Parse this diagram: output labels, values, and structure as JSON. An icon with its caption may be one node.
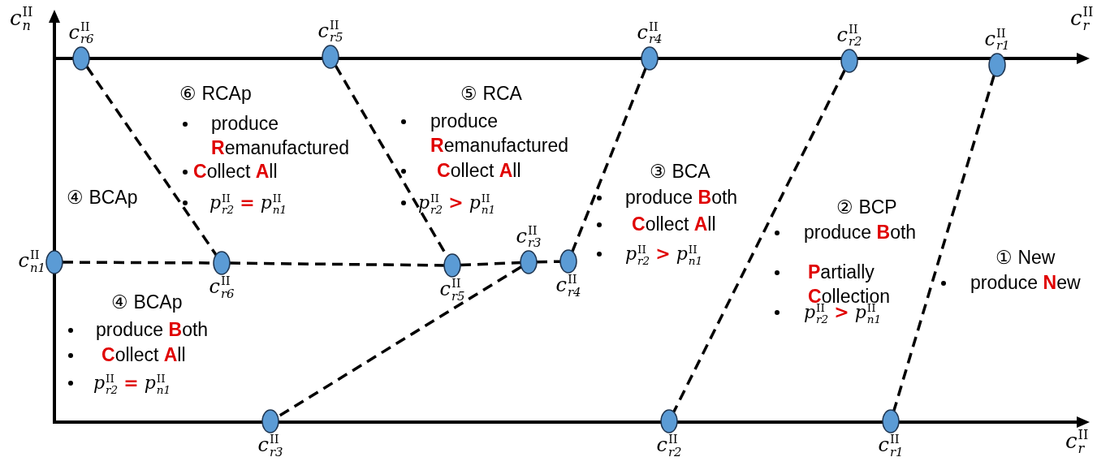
{
  "diagram": {
    "nodes": [
      {
        "text": [],
        "shape": "circle",
        "beside": [
          "*c*$_{r6}$$^{II}$"
        ]
      },
      {
        "text": [],
        "shape": "circle",
        "beside": [
          "*c*$_{r5}$$^{II}$"
        ]
      },
      {
        "text": [],
        "shape": "circle",
        "beside": [
          "*c*$_{r4}$$^{II}$"
        ]
      },
      {
        "text": [],
        "shape": "circle",
        "beside": [
          "*c*$_{r2}$$^{II}$"
        ]
      },
      {
        "text": [],
        "shape": "circle",
        "beside": [
          "*c*$_{r1}$$^{II}$"
        ]
      },
      {
        "text": [],
        "shape": "circle",
        "beside": [
          "*c*$_{n1}$$^{II}$"
        ]
      },
      {
        "text": [],
        "shape": "circle",
        "beside": [
          "*c*$_{r6}$$^{II}$"
        ]
      },
      {
        "text": [],
        "shape": "circle",
        "beside": [
          "*c*$_{r5}$$^{II}$"
        ]
      },
      {
        "text": [],
        "shape": "circle",
        "beside": [
          "*c*$_{r3}$$^{II}$"
        ]
      },
      {
        "text": [],
        "shape": "circle",
        "beside": [
          "*c*$_{r4}$$^{II}$"
        ]
      },
      {
        "text": [],
        "shape": "circle",
        "beside": [
          "*c*$_{r3}$$^{II}$"
        ]
      },
      {
        "text": [],
        "shape": "circle",
        "beside": [
          "*c*$_{r2}$$^{II}$"
        ]
      },
      {
        "text": [],
        "shape": "circle",
        "beside": [
          "*c*$_{r1}$$^{II}$"
        ]
      }
    ],
    "edges": [
      {
        "from": 0,
        "to": 6,
        "arrow": "none",
        "style": "dashed"
      },
      {
        "from": 1,
        "to": 7,
        "arrow": "none",
        "style": "dashed"
      },
      {
        "from": 5,
        "to": 6,
        "arrow": "none",
        "style": "dashed"
      },
      {
        "from": 6,
        "to": 7,
        "arrow": "none",
        "style": "dashed"
      },
      {
        "from": 7,
        "to": 8,
        "arrow": "none",
        "style": "dashed"
      },
      {
        "from": 8,
        "to": 9,
        "arrow": "none",
        "style": "dashed"
      },
      {
        "from": 2,
        "to": 9,
        "arrow": "none",
        "style": "dashed"
      },
      {
        "from": 8,
        "to": 10,
        "arrow": "none",
        "style": "dashed"
      },
      {
        "from": 3,
        "to": 11,
        "arrow": "none",
        "style": "dashed"
      },
      {
        "from": 4,
        "to": 12,
        "arrow": "none",
        "style": "dashed"
      }
    ],
    "labels": [
      "*c*$_{n}$$^{II}$",
      "*c*$_{r}$$^{II}$",
      "⑥ RCAp",
      "produce **R**emanufactured",
      "**C**ollect **A**ll",
      "*p*$_{r2}$$^{II}$ **=** *p*$_{n1}$$^{II}$",
      "⑤ RCA",
      "produce **R**emanufactured",
      "**C**ollect **A**ll",
      "*p*$_{r2}$$^{II}$ **>** *p*$_{n1}$$^{II}$",
      "④ BCAp",
      "③ BCA",
      "produce **B**oth",
      "**C**ollect **A**ll",
      "*p*$_{r2}$$^{II}$ **>** *p*$_{n1}$$^{II}$",
      "② BCP",
      "produce **B**oth",
      "**P**artially **C**ollection",
      "*p*$_{r2}$$^{II}$ **>** *p*$_{n1}$$^{II}$",
      "① New",
      "produce **N**ew",
      "④ BCAp",
      "produce **B**oth",
      "**C**ollect **A**ll",
      "*p*$_{r2}$$^{II}$ **=** *p*$_{n1}$$^{II}$",
      "*c*$_{r}$$^{II}$"
    ]
  }
}
